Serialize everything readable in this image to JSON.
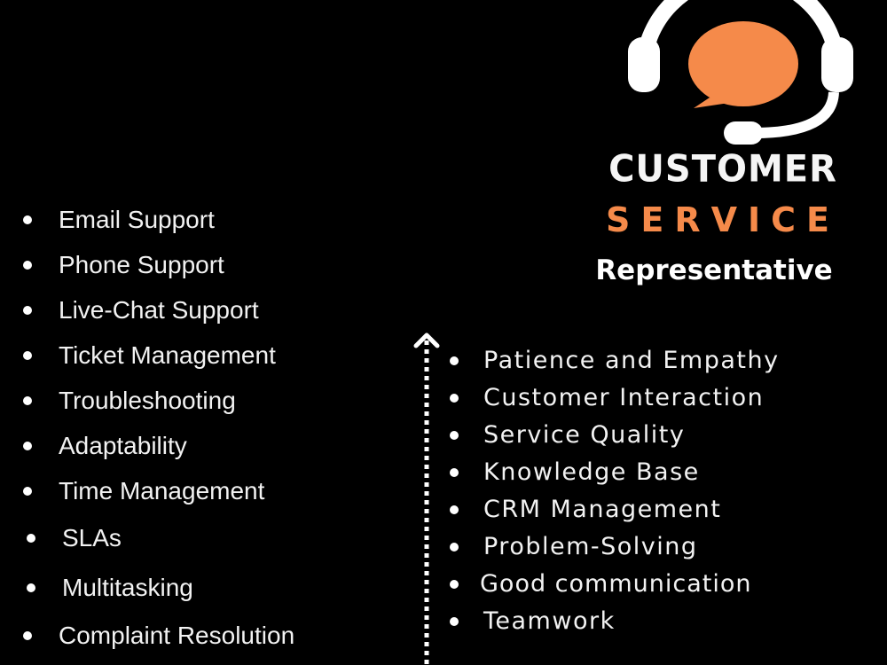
{
  "header": {
    "icon": "headset-chat-icon",
    "title_line1": "CUSTOMER",
    "title_line2": "SERVICE",
    "title_line3": "Representative"
  },
  "left_list": {
    "items": [
      "Email Support",
      "Phone Support",
      "Live-Chat Support",
      "Ticket Management",
      "Troubleshooting",
      "Adaptability",
      "Time Management",
      "SLAs",
      "Multitasking",
      "Complaint Resolution"
    ]
  },
  "right_list": {
    "items": [
      "Patience and Empathy",
      "Customer Interaction",
      "Service Quality",
      "Knowledge Base",
      "CRM Management",
      "Problem-Solving",
      "Good communication",
      "Teamwork"
    ]
  },
  "divider": {
    "icon": "dotted-up-arrow-icon"
  },
  "colors": {
    "background": "#000000",
    "accent": "#f58a4a",
    "text": "#ffffff"
  }
}
